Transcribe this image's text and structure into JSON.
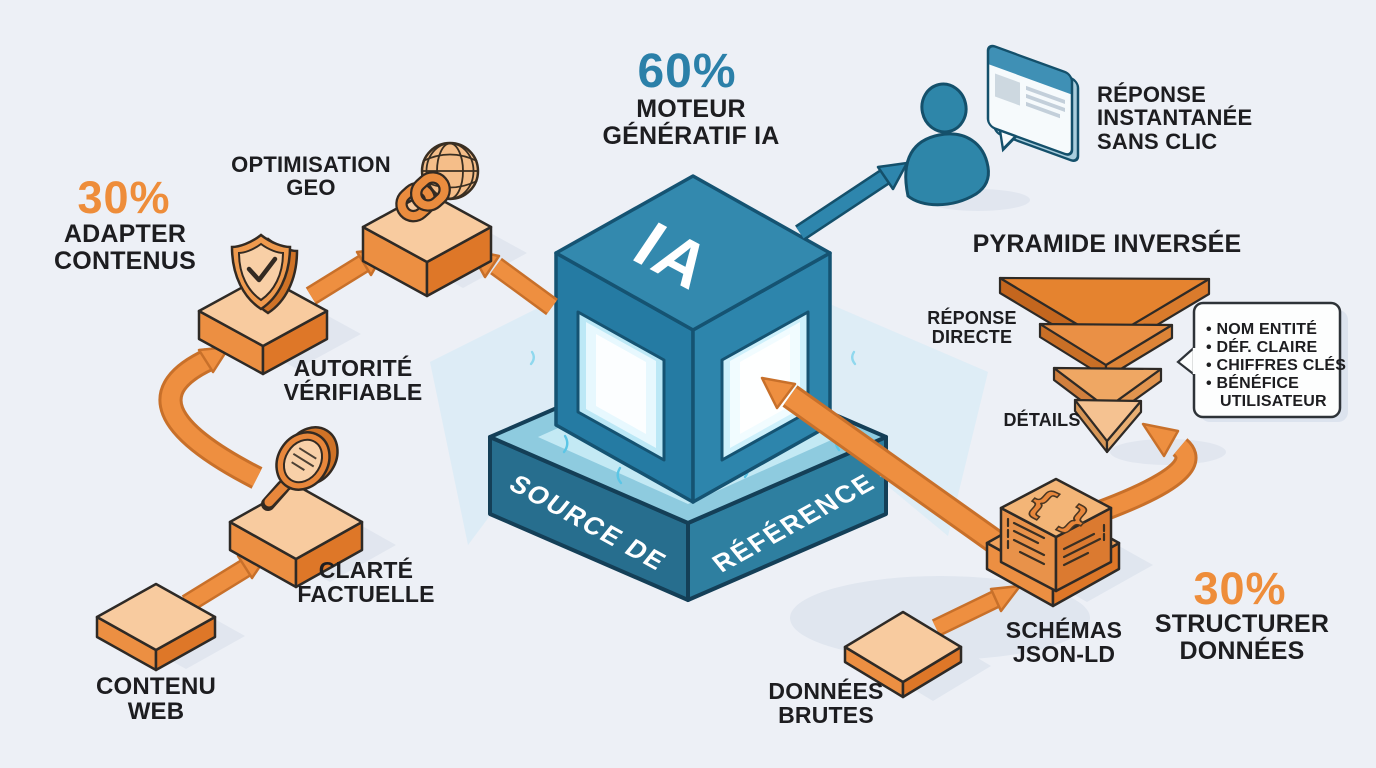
{
  "colors": {
    "background": "#edf0f6",
    "accent_blue": "#2b80a9",
    "accent_orange": "#ee8d3a",
    "text_dark": "#1d1d20",
    "cube_blue": "#2d85ac",
    "platform_orange": "#e8873b"
  },
  "center_engine": {
    "percent": "60%",
    "label": "MOTEUR\nGÉNÉRATIF IA",
    "cube_label": "IA",
    "base_left": "SOURCE DE",
    "base_right": "RÉFÉRENCE"
  },
  "left_flow": {
    "percent": "30%",
    "goal": "ADAPTER\nCONTENUS",
    "steps": [
      {
        "label": "CONTENU\nWEB",
        "icon": "platform"
      },
      {
        "label": "CLARTÉ\nFACTUELLE",
        "icon": "magnifier-icon"
      },
      {
        "label": "AUTORITÉ\nVÉRIFIABLE",
        "icon": "shield-check-icon"
      },
      {
        "label": "OPTIMISATION\nGEO",
        "icon": "link-globe-icon"
      }
    ]
  },
  "right_flow": {
    "percent": "30%",
    "goal": "STRUCTURER\nDONNÉES",
    "steps": [
      {
        "label": "DONNÉES\nBRUTES",
        "icon": "platform"
      },
      {
        "label": "SCHÉMAS\nJSON-LD",
        "icon": "json-braces-icon"
      }
    ]
  },
  "outcome": {
    "label": "RÉPONSE\nINSTANTANÉE\nSANS CLIC"
  },
  "pyramid": {
    "title": "PYRAMIDE INVERSÉE",
    "top_label": "RÉPONSE\nDIRECTE",
    "bottom_label": "DÉTAILS",
    "callout": {
      "items": [
        "• NOM ENTITÉ",
        "• DÉF. CLAIRE",
        "• CHIFFRES CLÉS",
        "• BÉNÉFICE\n   UTILISATEUR"
      ]
    }
  },
  "icons": {
    "json_braces": "{ }"
  }
}
